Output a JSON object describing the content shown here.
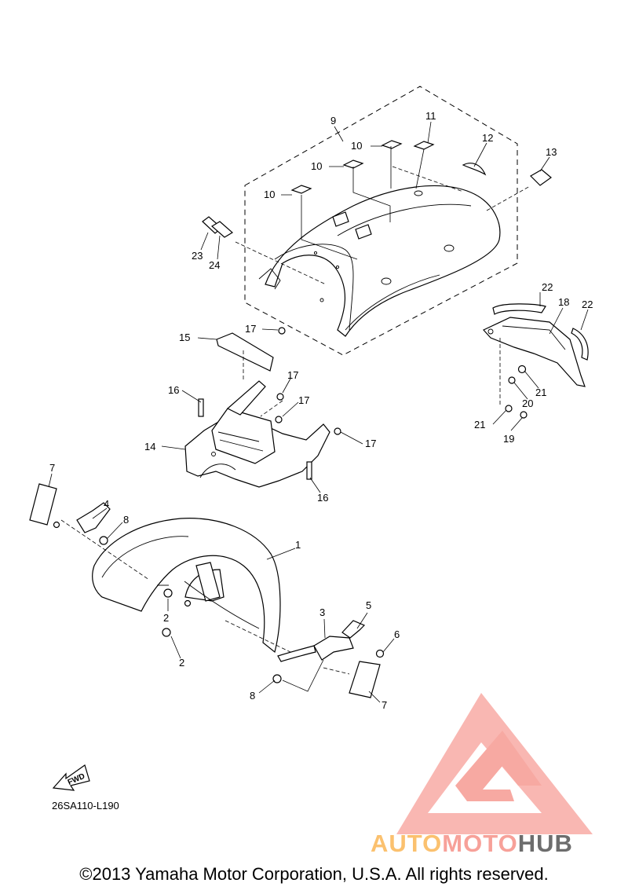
{
  "callouts": [
    {
      "label": "9"
    },
    {
      "label": "10"
    },
    {
      "label": "10"
    },
    {
      "label": "10"
    },
    {
      "label": "11"
    },
    {
      "label": "12"
    },
    {
      "label": "13"
    },
    {
      "label": "23"
    },
    {
      "label": "24"
    },
    {
      "label": "17"
    },
    {
      "label": "15"
    },
    {
      "label": "22"
    },
    {
      "label": "18"
    },
    {
      "label": "22"
    },
    {
      "label": "21"
    },
    {
      "label": "20"
    },
    {
      "label": "21"
    },
    {
      "label": "19"
    },
    {
      "label": "16"
    },
    {
      "label": "17"
    },
    {
      "label": "17"
    },
    {
      "label": "14"
    },
    {
      "label": "17"
    },
    {
      "label": "16"
    },
    {
      "label": "7"
    },
    {
      "label": "4"
    },
    {
      "label": "8"
    },
    {
      "label": "1"
    },
    {
      "label": "2"
    },
    {
      "label": "2"
    },
    {
      "label": "3"
    },
    {
      "label": "5"
    },
    {
      "label": "6"
    },
    {
      "label": "8"
    },
    {
      "label": "7"
    }
  ],
  "fwd_label": "FWD",
  "diagram_code": "26SA110-L190",
  "copyright": "©2013 Yamaha Motor Corporation, U.S.A. All rights reserved.",
  "watermark": {
    "part1": "AUTO",
    "part2": "MOTO",
    "part3": "HUB",
    "color_light": "#fbc16f",
    "color_accent": "#f7a199",
    "color_dark": "#6d6d6d"
  }
}
